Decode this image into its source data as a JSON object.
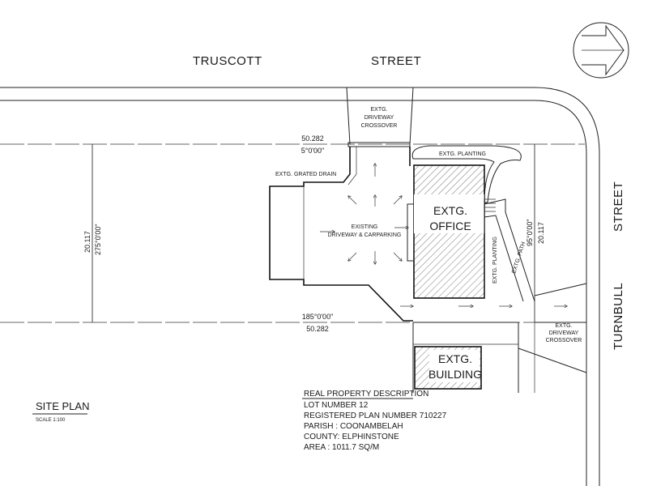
{
  "streets": {
    "truscott_left": "TRUSCOTT",
    "truscott_right": "STREET",
    "turnbull_top": "STREET",
    "turnbull_bottom": "TURNBULL"
  },
  "labels": {
    "driveway_crossover_top": [
      "EXTG.",
      "DRIVEWAY",
      "CROSSOVER"
    ],
    "driveway_crossover_right": [
      "EXTG.",
      "DRIVEWAY",
      "CROSSOVER"
    ],
    "grated_drain": "EXTG. GRATED DRAIN",
    "planting_top": "EXTG. PLANTING",
    "planting_side": "EXTG. PLANTING",
    "path": "EXTG. PATH",
    "carparking": [
      "EXISTING",
      "DRIVEWAY & CARPARKING"
    ],
    "office": [
      "EXTG.",
      "OFFICE"
    ],
    "building": [
      "EXTG.",
      "BUILDING"
    ]
  },
  "dimensions": {
    "top_length": "50.282",
    "top_bearing": "5°0'00\"",
    "bottom_bearing": "185°0'00\"",
    "bottom_length": "50.282",
    "left_length": "20.117",
    "left_bearing": "275°0'00\"",
    "right_bearing": "95°0'00\"",
    "right_length": "20.117"
  },
  "title": {
    "name": "SITE PLAN",
    "scale": "SCALE 1:100"
  },
  "property": {
    "heading": "REAL PROPERTY DESCRIPTION",
    "lines": [
      "LOT NUMBER 12",
      "REGISTERED PLAN NUMBER  710227",
      "PARISH : COONAMBELAH",
      "COUNTY: ELPHINSTONE",
      "AREA : 1011.7 SQ/M"
    ]
  }
}
